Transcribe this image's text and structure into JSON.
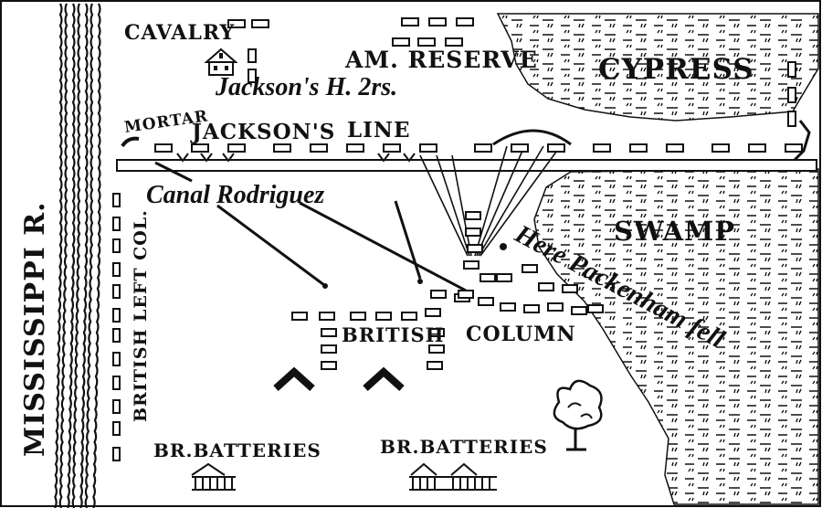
{
  "map": {
    "labels": {
      "cavalry": "CAVALRY",
      "am_reserve": "AM. RESERVE",
      "cypress": "CYPRESS",
      "jacksons_hq": "Jackson's H. 2rs.",
      "mortar": "MORTAR",
      "jacksons_line": "JACKSON'S",
      "line": "LINE",
      "canal": "Canal Rodriguez",
      "swamp": "SWAMP",
      "packenham": "Here Packenham fell",
      "river": "MISSISSIPPI R.",
      "left_col": "BRITISH LEFT COL.",
      "british": "BRITISH",
      "column": "COLUMN",
      "batteries_left": "BR.BATTERIES",
      "batteries_right": "BR.BATTERIES"
    },
    "colors": {
      "ink": "#111111",
      "paper": "#ffffff"
    }
  }
}
